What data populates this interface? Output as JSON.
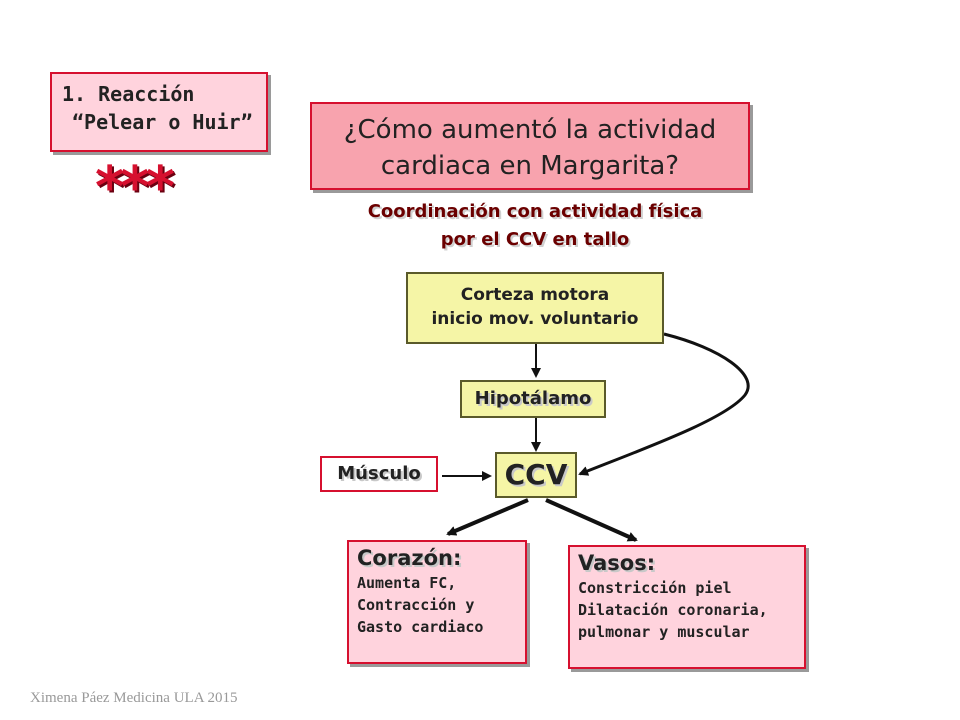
{
  "reaction": {
    "line1": "1. Reacción",
    "line2": "“Pelear o Huir”"
  },
  "stars": "***",
  "question": {
    "line1": "¿Cómo aumentó la actividad",
    "line2": "cardiaca en Margarita?"
  },
  "coordination": {
    "line1": "Coordinación con actividad física",
    "line2": "por el CCV en tallo"
  },
  "corteza": {
    "line1": "Corteza motora",
    "line2": "inicio mov. voluntario"
  },
  "hipotalamo": "Hipotálamo",
  "ccv": "CCV",
  "musculo": "Músculo",
  "corazon": {
    "title": "Corazón:",
    "lines": [
      "Aumenta FC,",
      "Contracción y",
      "Gasto cardiaco"
    ]
  },
  "vasos": {
    "title": "Vasos:",
    "lines": [
      "Constricción piel",
      "Dilatación coronaria,",
      "pulmonar y muscular"
    ]
  },
  "footer": "Ximena Páez Medicina ULA 2015",
  "colors": {
    "red_border": "#d6102f",
    "pink_fill": "#ffd3dd",
    "red_fill": "#f8a3ae",
    "yellow_fill": "#f5f5a6",
    "coord_text": "#6b0000"
  }
}
